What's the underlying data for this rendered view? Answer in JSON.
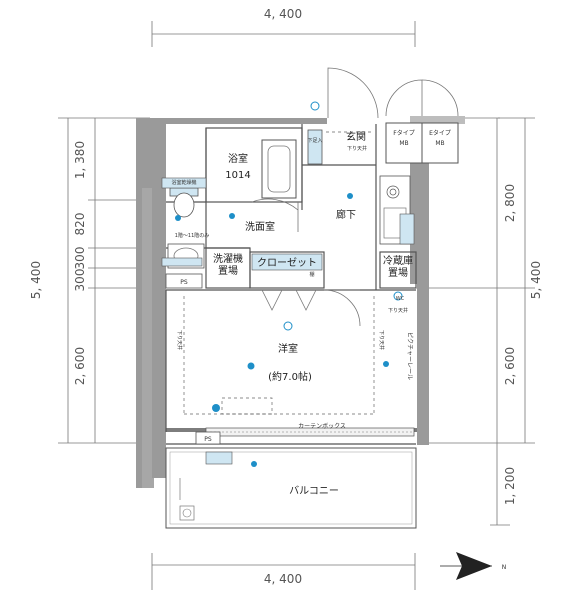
{
  "dimensions": {
    "top_width": "4, 400",
    "bottom_width": "4, 400",
    "left_total": "5, 400",
    "left_1": "1, 380",
    "left_2": "820",
    "left_3": "300",
    "left_4": "300",
    "left_5": "2, 600",
    "right_1": "2, 800",
    "right_total": "5, 400",
    "right_2": "2, 600",
    "right_3": "1, 200"
  },
  "rooms": {
    "bath": "浴室",
    "bath_code": "1014",
    "entrance": "玄関",
    "corridor": "廊下",
    "washroom": "洗面室",
    "washer": "洗濯機",
    "washer_2": "置場",
    "closet": "クローゼット",
    "fridge": "冷蔵庫",
    "fridge_2": "置場",
    "western": "洋室",
    "western_size": "(約7.0帖)",
    "balcony": "バルコニー",
    "curtain_box": "カーテンボックス",
    "picture_rail": "ピクチャーレール"
  },
  "labels": {
    "mb_f": "Fタイプ",
    "mb_f2": "MB",
    "mb_e": "Eタイプ",
    "mb_e2": "MB",
    "shoe_rack": "下足入",
    "ceiling_lower_1": "下り天井",
    "ceiling_lower_2": "下り天井",
    "ceiling_lower_3": "下り天井",
    "ceiling_lower_4": "下り天井",
    "ps_1": "PS",
    "ps_2": "PS",
    "floor_note": "1階～11階のみ",
    "dryer": "浴室乾燥機",
    "toilet_shelf": "棚",
    "wc": "WC",
    "north": "N"
  },
  "colors": {
    "wall": "#9a9a9a",
    "fixture": "#cfe6f2",
    "marker": "#1e8fc8",
    "line": "#555555"
  }
}
